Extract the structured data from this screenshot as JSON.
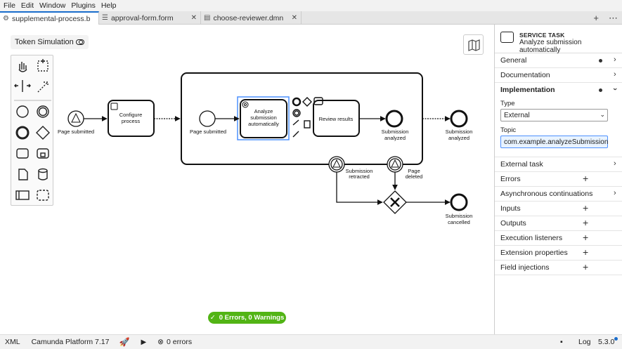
{
  "menu": [
    "File",
    "Edit",
    "Window",
    "Plugins",
    "Help"
  ],
  "tabs": [
    {
      "label": "supplemental-process.bpmn",
      "active": true
    },
    {
      "label": "approval-form.form",
      "active": false
    },
    {
      "label": "choose-reviewer.dmn",
      "active": false
    }
  ],
  "token_simulation_label": "Token Simulation",
  "diagram": {
    "start_event": "Page submitted",
    "configure_task": "Configure process",
    "sub_start": "Page submitted",
    "analyze_task": "Analyze submission automatically",
    "review_task": "Review results",
    "sub_end": "Submission analyzed",
    "outer_end": "Submission analyzed",
    "boundary_retracted": "Submission retracted",
    "boundary_deleted": "Page deleted",
    "cancel_end": "Submission cancelled"
  },
  "lint_status": "0 Errors, 0 Warnings",
  "statusbar": {
    "format": "XML",
    "platform": "Camunda Platform 7.17",
    "errors": "0 errors",
    "log": "Log",
    "version": "5.3.0"
  },
  "panel": {
    "element_type": "SERVICE TASK",
    "element_name": "Analyze submission automatically",
    "groups": [
      {
        "label": "General",
        "dot": true,
        "control": "chevron"
      },
      {
        "label": "Documentation",
        "dot": false,
        "control": "chevron"
      },
      {
        "label": "Implementation",
        "dot": true,
        "control": "chevron-open"
      },
      {
        "label": "External task",
        "dot": false,
        "control": "chevron"
      },
      {
        "label": "Errors",
        "dot": false,
        "control": "plus"
      },
      {
        "label": "Asynchronous continuations",
        "dot": false,
        "control": "chevron"
      },
      {
        "label": "Inputs",
        "dot": false,
        "control": "plus"
      },
      {
        "label": "Outputs",
        "dot": false,
        "control": "plus"
      },
      {
        "label": "Execution listeners",
        "dot": false,
        "control": "plus"
      },
      {
        "label": "Extension properties",
        "dot": false,
        "control": "plus"
      },
      {
        "label": "Field injections",
        "dot": false,
        "control": "plus"
      }
    ],
    "implementation": {
      "type_label": "Type",
      "type_value": "External",
      "topic_label": "Topic",
      "topic_value": "com.example.analyzeSubmission"
    }
  },
  "colors": {
    "accent": "#1a6dcc",
    "success": "#52b415",
    "selection": "#4d90fe"
  }
}
